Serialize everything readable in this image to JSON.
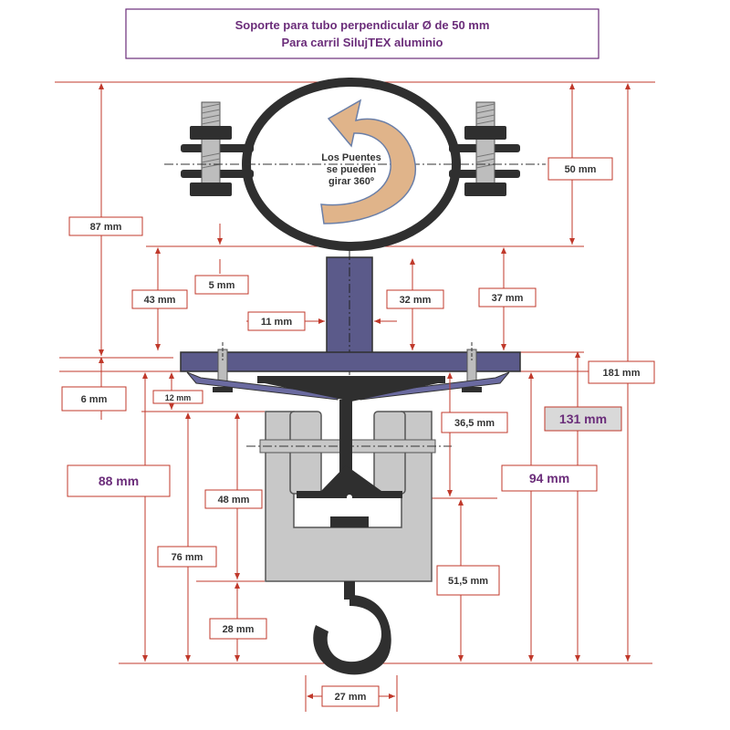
{
  "title": {
    "line1": "Soporte para tubo perpendicular Ø de 50 mm",
    "line2": "Para carril SilujTEX aluminio"
  },
  "arrow_text": {
    "line1": "Los Puentes",
    "line2": "se pueden",
    "line3": "girar 360º"
  },
  "dimensions": {
    "d87": "87 mm",
    "d50": "50 mm",
    "d5": "5 mm",
    "d43": "43 mm",
    "d32": "32 mm",
    "d37": "37 mm",
    "d11": "11 mm",
    "d181": "181 mm",
    "d6": "6 mm",
    "d12": "12 mm",
    "d131": "131 mm",
    "d36_5": "36,5 mm",
    "d88": "88 mm",
    "d94": "94 mm",
    "d48": "48 mm",
    "d76": "76 mm",
    "d51_5": "51,5 mm",
    "d28": "28 mm",
    "d27": "27 mm"
  },
  "colors": {
    "dimension_line": "#c0392b",
    "title_text": "#6b2d7a",
    "clamp_ring": "#2f2f2f",
    "bracket_fill": "#5b5a8a",
    "trolley_fill": "#c8c8c8",
    "arrow_fill": "#e0b48a"
  }
}
